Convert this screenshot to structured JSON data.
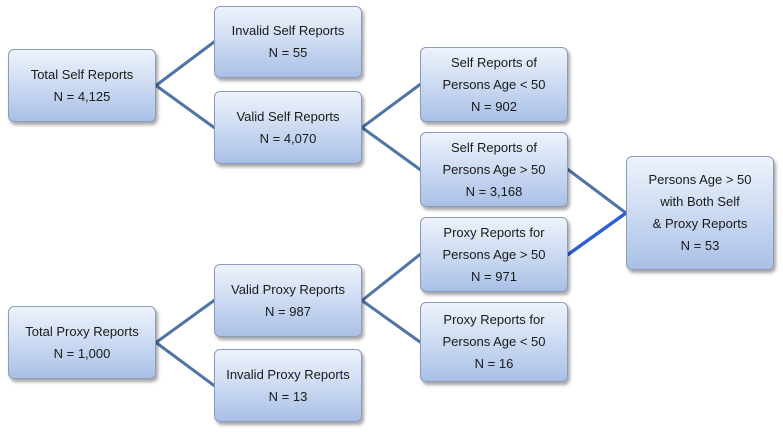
{
  "diagram": {
    "nodes": {
      "total_self": {
        "lines": [
          "Total Self Reports",
          "N = 4,125"
        ]
      },
      "invalid_self": {
        "lines": [
          "Invalid Self Reports",
          "N = 55"
        ]
      },
      "valid_self": {
        "lines": [
          "Valid Self Reports",
          "N = 4,070"
        ]
      },
      "self_under_50": {
        "lines": [
          "Self Reports of",
          "Persons Age < 50",
          "N = 902"
        ]
      },
      "self_over_50": {
        "lines": [
          "Self Reports of",
          "Persons Age > 50",
          "N = 3,168"
        ]
      },
      "both": {
        "lines": [
          "Persons Age > 50",
          "with Both Self",
          "& Proxy Reports",
          "N = 53"
        ]
      },
      "proxy_over_50": {
        "lines": [
          "Proxy Reports for",
          "Persons Age > 50",
          "N = 971"
        ]
      },
      "valid_proxy": {
        "lines": [
          "Valid Proxy Reports",
          "N = 987"
        ]
      },
      "proxy_under_50": {
        "lines": [
          "Proxy Reports for",
          "Persons Age < 50",
          "N = 16"
        ]
      },
      "total_proxy": {
        "lines": [
          "Total Proxy Reports",
          "N = 1,000"
        ]
      },
      "invalid_proxy": {
        "lines": [
          "Invalid Proxy Reports",
          "N = 13"
        ]
      }
    },
    "edges": [
      {
        "from": "total_self",
        "to": "invalid_self"
      },
      {
        "from": "total_self",
        "to": "valid_self"
      },
      {
        "from": "valid_self",
        "to": "self_under_50"
      },
      {
        "from": "valid_self",
        "to": "self_over_50"
      },
      {
        "from": "self_over_50",
        "to": "both"
      },
      {
        "from": "proxy_over_50",
        "to": "both",
        "highlight": true
      },
      {
        "from": "total_proxy",
        "to": "valid_proxy"
      },
      {
        "from": "total_proxy",
        "to": "invalid_proxy"
      },
      {
        "from": "valid_proxy",
        "to": "proxy_over_50"
      },
      {
        "from": "valid_proxy",
        "to": "proxy_under_50"
      }
    ],
    "colors": {
      "connector": "#4f74a5",
      "connector_highlight": "#2f5fd6"
    }
  }
}
